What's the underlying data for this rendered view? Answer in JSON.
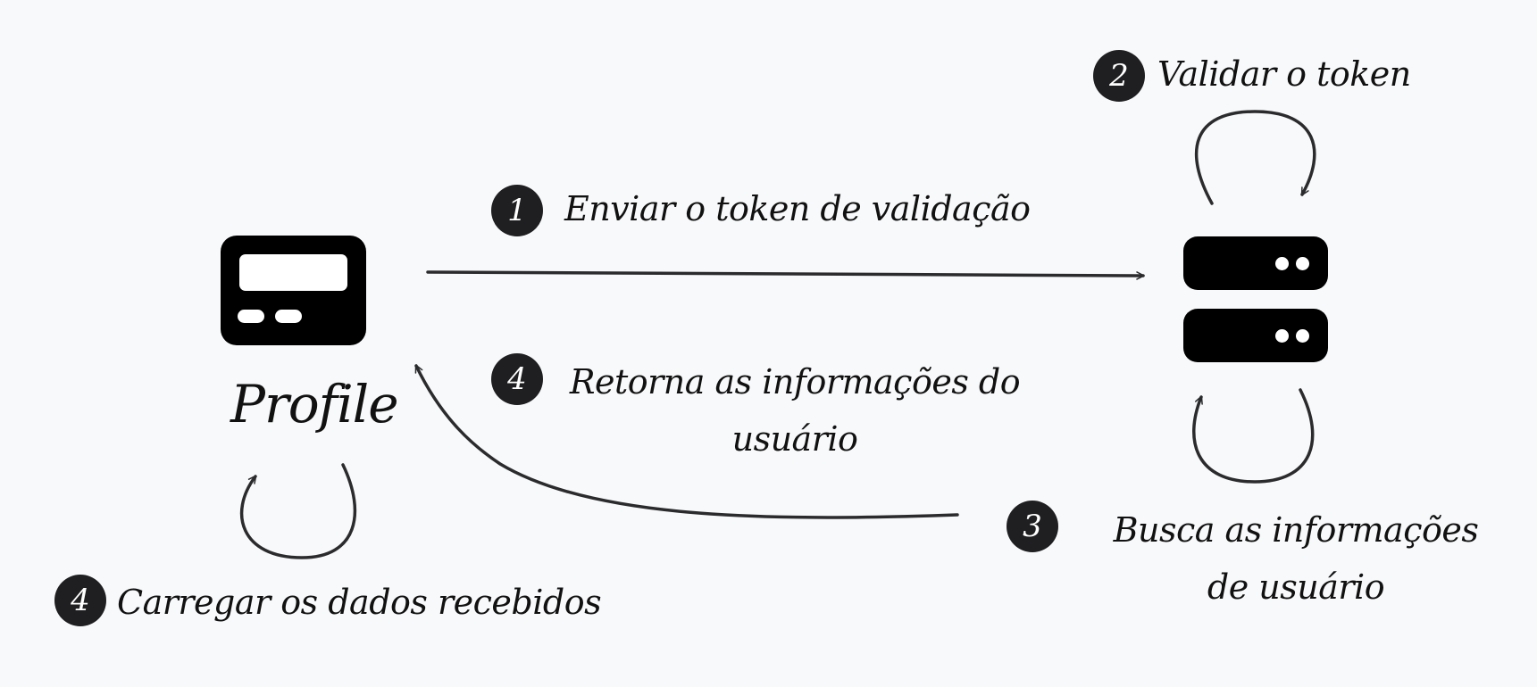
{
  "nodes": {
    "client_title": "Profile"
  },
  "steps": [
    {
      "badge": "1",
      "text": "Enviar o token de validação"
    },
    {
      "badge": "2",
      "text": "Validar o token"
    },
    {
      "badge": "3",
      "text": "Busca as informações de usuário"
    },
    {
      "badge": "4",
      "text": "Retorna as informações do usuário"
    },
    {
      "badge": "4",
      "text": "Carregar os dados recebidos"
    }
  ],
  "icons": {
    "client": "card-reader-icon",
    "server": "server-rack-icon"
  },
  "colors": {
    "background": "#f8f9fb",
    "ink": "#000000",
    "arrow": "#2b2b2e",
    "badge": "#1f1f22"
  }
}
